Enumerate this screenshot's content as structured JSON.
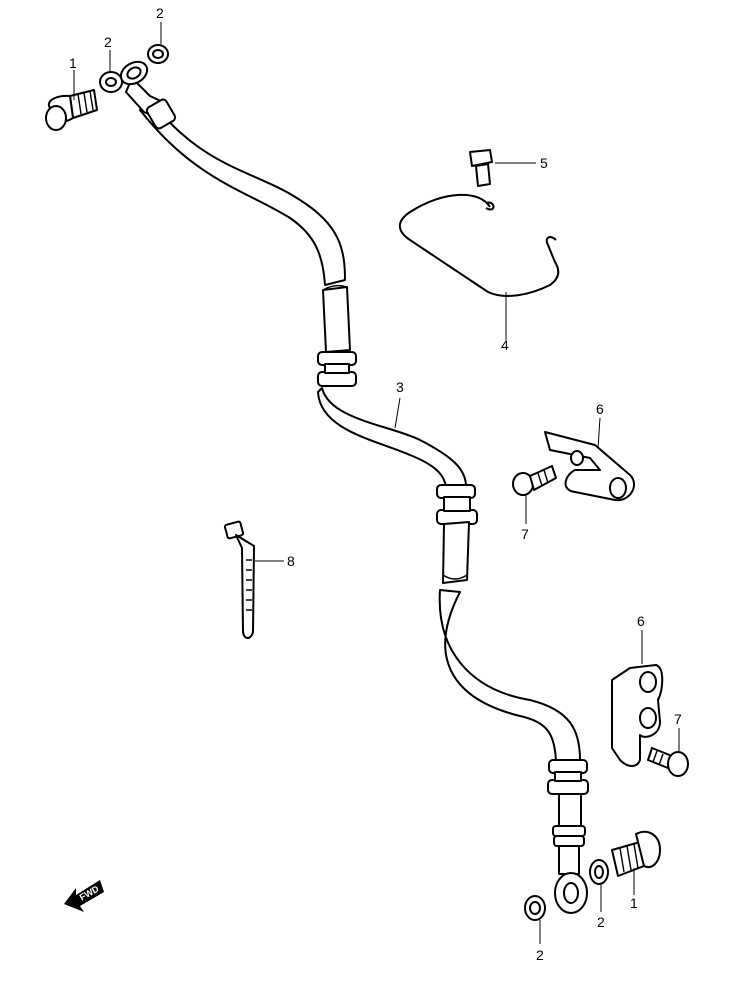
{
  "diagram": {
    "callouts": {
      "bolt_top_left": "1",
      "washer_top_left_a": "2",
      "washer_top_left_b": "2",
      "hose": "3",
      "wire_clip": "4",
      "clip_bolt": "5",
      "clamp_upper": "6",
      "clamp_upper_bolt": "7",
      "cable_tie": "8",
      "clamp_lower": "6",
      "clamp_lower_bolt": "7",
      "bolt_bottom_right": "1",
      "washer_bottom_right": "2",
      "washer_bottom_center": "2"
    },
    "fwd_label": "FWD"
  }
}
